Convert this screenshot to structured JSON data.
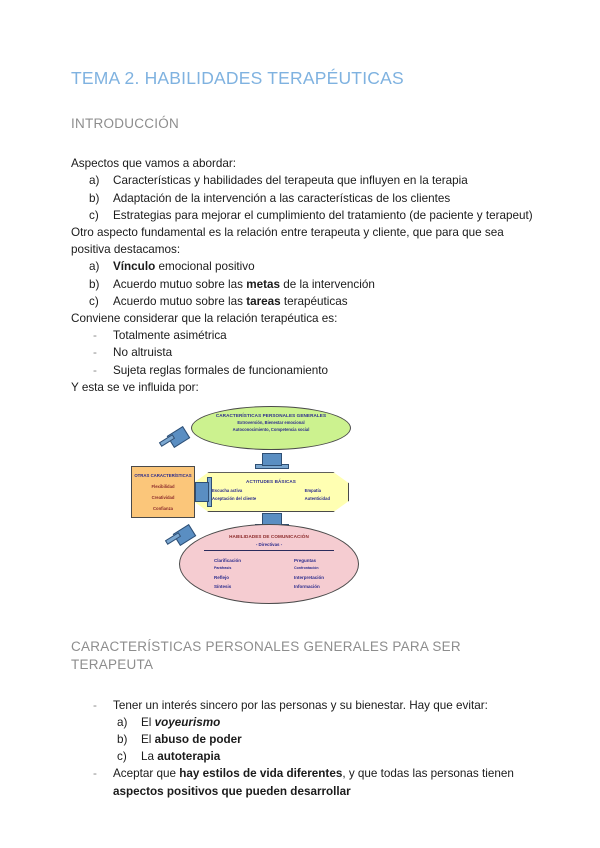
{
  "document": {
    "title": "TEMA 2. HABILIDADES TERAPÉUTICAS",
    "section1_heading": "INTRODUCCIÓN",
    "intro_lead": "Aspectos que vamos a abordar:",
    "intro_items": [
      {
        "marker": "a)",
        "text": "Características y habilidades del terapeuta que influyen en la terapia"
      },
      {
        "marker": "b)",
        "text": "Adaptación de la intervención a las características de los clientes"
      },
      {
        "marker": "c)",
        "text": "Estrategias para mejorar el cumplimiento del tratamiento (de paciente y terapeut)"
      }
    ],
    "relation_lead": "Otro aspecto fundamental es la relación entre terapeuta y cliente, que para que sea positiva destacamos:",
    "relation_items": [
      {
        "marker": "a)",
        "pre": "",
        "bold": "Vínculo",
        "post": " emocional positivo"
      },
      {
        "marker": "b)",
        "pre": "Acuerdo mutuo sobre las ",
        "bold": "metas",
        "post": " de la intervención"
      },
      {
        "marker": "c)",
        "pre": "Acuerdo mutuo sobre las ",
        "bold": "tareas",
        "post": " terapéuticas"
      }
    ],
    "consider_lead": "Conviene considerar que la relación terapéutica es:",
    "consider_items": [
      {
        "marker": "-",
        "text": "Totalmente asimétrica"
      },
      {
        "marker": "-",
        "text": "No altruista"
      },
      {
        "marker": "-",
        "text": "Sujeta reglas formales de funcionamiento"
      }
    ],
    "influence_lead": "Y esta se ve influida por:",
    "section2_heading": "CARACTERÍSTICAS PERSONALES GENERALES PARA SER TERAPEUTA",
    "section2_items": [
      {
        "marker": "-",
        "text": "Tener un interés sincero por las personas y su bienestar. Hay que evitar:"
      }
    ],
    "avoid_items": [
      {
        "marker": "a)",
        "pre": "El ",
        "bolditalic": "voyeurismo"
      },
      {
        "marker": "b)",
        "pre": "El ",
        "bold": "abuso de poder"
      },
      {
        "marker": "c)",
        "pre": "La ",
        "bold": "autoterapia"
      }
    ],
    "accept_item": {
      "marker": "-",
      "pre": "Aceptar que ",
      "bold1": "hay estilos de vida diferentes",
      "mid": ", y que todas las personas tienen ",
      "bold2": "aspectos positivos que pueden desarrollar"
    }
  },
  "diagram": {
    "green_ellipse": {
      "title": "CARACTERÍSTICAS PERSONALES GENERALES",
      "line2": "Extroversión, Bienestar emocional",
      "line3": "Autoconocimiento, Competencia social"
    },
    "yellow_octagon": {
      "title": "ACTITUDES BÁSICAS",
      "left_col": [
        "Escucha activa",
        "Aceptación del cliente"
      ],
      "right_col": [
        "Empatía",
        "Autenticidad"
      ]
    },
    "pink_ellipse": {
      "title": "HABILIDADES DE COMUNICACIÓN",
      "subtitle": "- Directivas -",
      "left_col": [
        "Clarificación",
        "Paráfrasis",
        "Reflejo",
        "Síntesis"
      ],
      "right_col": [
        "Preguntas",
        "Confrontación",
        "Interpretación",
        "Información"
      ]
    },
    "orange_box": {
      "title": "OTRAS CARACTERÍSTICAS",
      "items": [
        "Flexibilidad",
        "Creatividad",
        "Confianza"
      ]
    },
    "colors": {
      "green": "#ccf28f",
      "yellow": "#ffffb2",
      "pink": "#f5ccd1",
      "orange": "#fbc67a",
      "connector_blue": "#5a8ec2",
      "title_blue": "#2b2b8c",
      "title_red": "#8c2b2b"
    }
  },
  "theme": {
    "title_color": "#7fb2e0",
    "heading_color": "#8d8d8d",
    "body_color": "#1b1b1b",
    "page_background": "#ffffff"
  }
}
